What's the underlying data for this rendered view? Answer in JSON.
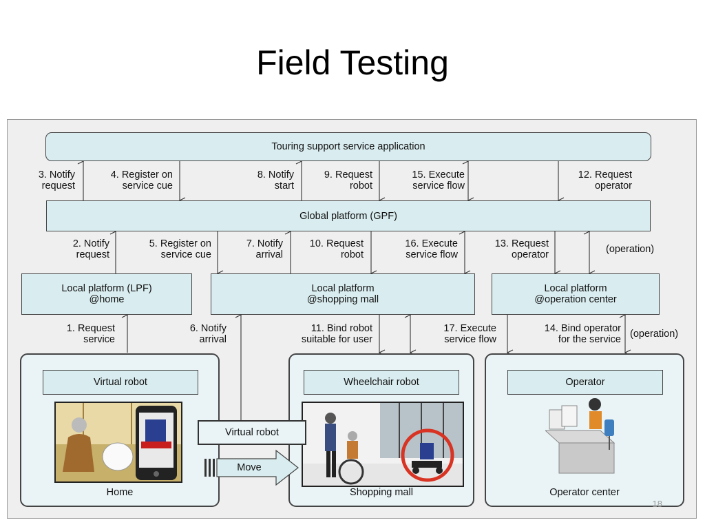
{
  "title": "Field Testing",
  "boxes": {
    "touring_app": "Touring support service application",
    "gpf": "Global platform (GPF)",
    "lpf_home": "Local platform (LPF)\n@home",
    "lpf_mall": "Local platform\n@shopping mall",
    "lpf_ops": "Local platform\n@operation center",
    "virtual_robot": "Virtual robot",
    "wheelchair_robot": "Wheelchair robot",
    "operator": "Operator",
    "virtual_robot_mid": "Virtual robot",
    "move": "Move"
  },
  "steps": {
    "s1": "1. Request\nservice",
    "s2": "2. Notify\nrequest",
    "s3": "3. Notify\nrequest",
    "s4": "4. Register on\nservice cue",
    "s5": "5. Register on\nservice cue",
    "s6": "6. Notify\narrival",
    "s7": "7. Notify\narrival",
    "s8": "8. Notify\nstart",
    "s9": "9. Request\nrobot",
    "s10": "10. Request\nrobot",
    "s11": "11. Bind robot\nsuitable for user",
    "s12": "12. Request\noperator",
    "s13": "13. Request\noperator",
    "s14": "14. Bind operator\nfor the service",
    "s15": "15. Execute\nservice flow",
    "s16": "16. Execute\nservice flow",
    "s17": "17. Execute\nservice flow",
    "op1": "(operation)",
    "op2": "(operation)"
  },
  "panels": {
    "home": "Home",
    "mall": "Shopping mall",
    "ops": "Operator center"
  },
  "page_number": "18"
}
